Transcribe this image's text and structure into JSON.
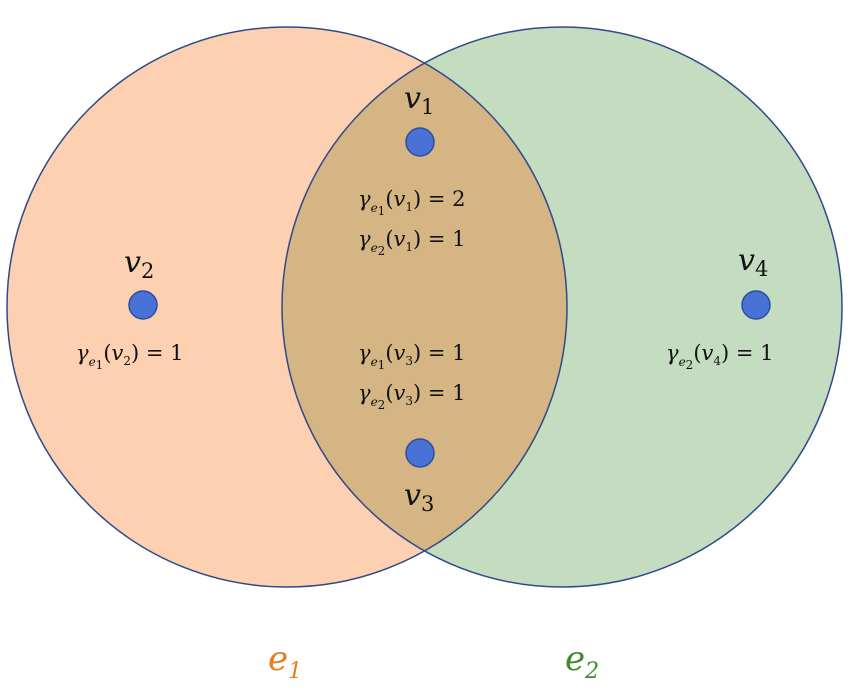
{
  "colors": {
    "e1_fill": "#fcd0b0",
    "e2_fill": "#c4dcbf",
    "overlap_fill": "#d4b583",
    "circle_stroke": "#2f4a8a",
    "node_fill": "#4a72d6",
    "node_stroke": "#2a4e9e",
    "e1_label": "#e57c1f",
    "e2_label": "#3f8a2f"
  },
  "hyperedges": [
    {
      "id": "e1",
      "base": "e",
      "sub": "1",
      "color": "#e57c1f"
    },
    {
      "id": "e2",
      "base": "e",
      "sub": "2",
      "color": "#3f8a2f"
    }
  ],
  "vertices": [
    {
      "id": "v1",
      "base": "v",
      "sub": "1"
    },
    {
      "id": "v2",
      "base": "v",
      "sub": "2"
    },
    {
      "id": "v3",
      "base": "v",
      "sub": "3"
    },
    {
      "id": "v4",
      "base": "v",
      "sub": "4"
    }
  ],
  "annotations": [
    {
      "id": "g-e1-v1",
      "func": "γ",
      "edge_sub": "1",
      "vertex_sub": "1",
      "value": "2"
    },
    {
      "id": "g-e2-v1",
      "func": "γ",
      "edge_sub": "2",
      "vertex_sub": "1",
      "value": "1"
    },
    {
      "id": "g-e1-v2",
      "func": "γ",
      "edge_sub": "1",
      "vertex_sub": "2",
      "value": "1"
    },
    {
      "id": "g-e1-v3",
      "func": "γ",
      "edge_sub": "1",
      "vertex_sub": "3",
      "value": "1"
    },
    {
      "id": "g-e2-v3",
      "func": "γ",
      "edge_sub": "2",
      "vertex_sub": "3",
      "value": "1"
    },
    {
      "id": "g-e2-v4",
      "func": "γ",
      "edge_sub": "2",
      "vertex_sub": "4",
      "value": "1"
    }
  ]
}
